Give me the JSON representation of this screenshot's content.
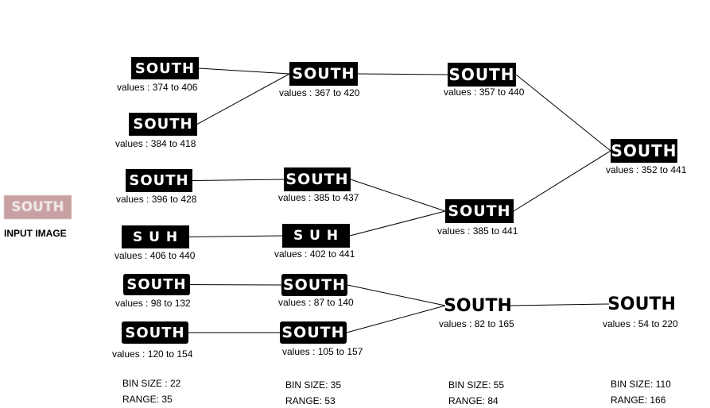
{
  "input": {
    "word": "SOUTH",
    "caption": "INPUT IMAGE"
  },
  "nodes": {
    "a1": {
      "word": "SOUTH",
      "values": "values : 374 to 406"
    },
    "a2": {
      "word": "SOUTH",
      "values": "values : 384 to 418"
    },
    "a3": {
      "word": "SOUTH",
      "values": "values : 396 to 428"
    },
    "a4": {
      "word": "S U H",
      "values": "values : 406 to 440"
    },
    "a5": {
      "word": "SOUTH",
      "values": "values : 98 to 132"
    },
    "a6": {
      "word": "SOUTH",
      "values": "values : 120 to 154"
    },
    "b1": {
      "word": "SOUTH",
      "values": "values : 367 to 420"
    },
    "b2": {
      "word": "SOUTH",
      "values": "values : 385 to 437"
    },
    "b3": {
      "word": "S U H",
      "values": "values : 402 to 441"
    },
    "b4": {
      "word": "SOUTH",
      "values": "values : 87 to 140"
    },
    "b5": {
      "word": "SOUTH",
      "values": "values : 105 to 157"
    },
    "c1": {
      "word": "SOUTH",
      "values": "values : 357 to 440"
    },
    "c2": {
      "word": "SOUTH",
      "values": "values : 385 to 441"
    },
    "c3": {
      "word": "SOUTH",
      "values": "values : 82 to 165"
    },
    "d1": {
      "word": "SOUTH",
      "values": "values : 352 to 441"
    },
    "d2": {
      "word": "SOUTH",
      "values": "values : 54 to 220"
    }
  },
  "bins": [
    {
      "size": "BIN SIZE : 22",
      "range": "RANGE:  35"
    },
    {
      "size": "BIN SIZE: 35",
      "range": "RANGE: 53"
    },
    {
      "size": "BIN SIZE: 55",
      "range": "RANGE: 84"
    },
    {
      "size": "BIN SIZE:  110",
      "range": "RANGE:  166"
    }
  ],
  "edges": [
    [
      "a1",
      "b1"
    ],
    [
      "a2",
      "b1"
    ],
    [
      "b1",
      "c1"
    ],
    [
      "c1",
      "d1"
    ],
    [
      "a3",
      "b2"
    ],
    [
      "a4",
      "b3"
    ],
    [
      "b2",
      "c2"
    ],
    [
      "b3",
      "c2"
    ],
    [
      "c2",
      "d1"
    ],
    [
      "a5",
      "b4"
    ],
    [
      "a6",
      "b5"
    ],
    [
      "b4",
      "c3"
    ],
    [
      "b5",
      "c3"
    ],
    [
      "c3",
      "d2"
    ]
  ],
  "colors": {
    "tile": "#000000",
    "input_tile": "#c8a0a2",
    "line": "#000000"
  }
}
